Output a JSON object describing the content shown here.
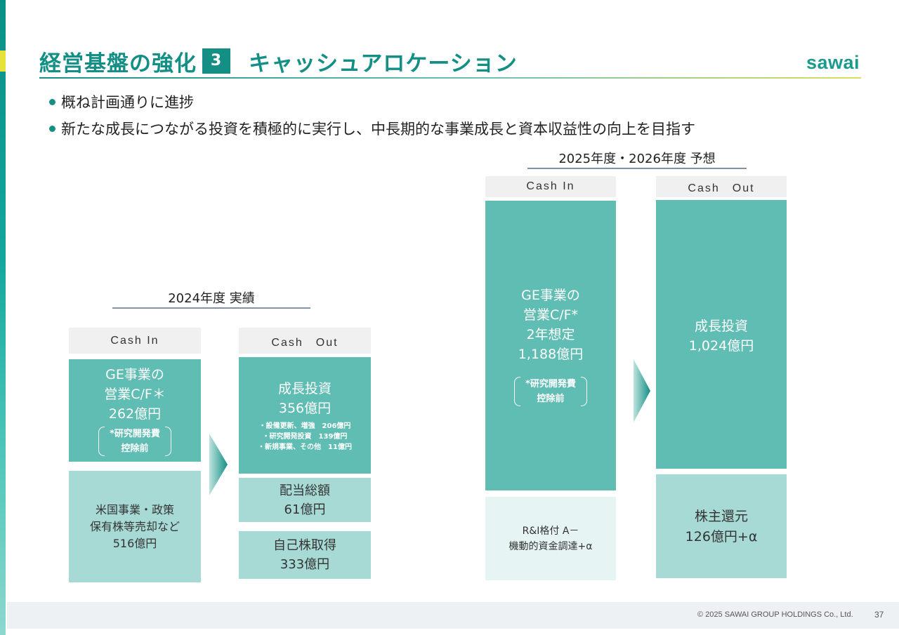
{
  "header": {
    "title": "経営基盤の強化",
    "number": "3",
    "subtitle": "キャッシュアロケーション",
    "logo": "sawai"
  },
  "bullets": [
    "概ね計画通りに進捗",
    "新たな成長につながる投資を積極的に実行し、中長期的な事業成長と資本収益性の向上を目指す"
  ],
  "actual": {
    "label": "2024年度 実績",
    "cash_in_header": "Cash In",
    "cash_out_header": "Cash　Out",
    "in_main": {
      "line1": "GE事業の",
      "line2": "営業C/F＊",
      "line3": "262億円",
      "note1": "*研究開発費",
      "note2": "控除前"
    },
    "in_other": {
      "line1": "米国事業・政策",
      "line2": "保有株等売却など",
      "line3": "516億円"
    },
    "out_growth": {
      "line1": "成長投資",
      "line2": "356億円",
      "detail1": "・設備更新、増強　206億円",
      "detail2": "・研究開発投資　139億円",
      "detail3": "・新規事業、その他　11億円"
    },
    "out_dividend": {
      "line1": "配当総額",
      "line2": "61億円"
    },
    "out_buyback": {
      "line1": "自己株取得",
      "line2": "333億円"
    }
  },
  "forecast": {
    "label": "2025年度・2026年度 予想",
    "cash_in_header": "Cash In",
    "cash_out_header": "Cash　Out",
    "in_main": {
      "line1": "GE事業の",
      "line2": "営業C/F*",
      "line3": "2年想定",
      "line4": "1,188億円",
      "note1": "*研究開発費",
      "note2": "控除前"
    },
    "in_other": {
      "line1": "R&I格付 A－",
      "line2": "機動的資金調達+α"
    },
    "out_growth": {
      "line1": "成長投資",
      "line2": "1,024億円"
    },
    "out_return": {
      "line1": "株主還元",
      "line2": "126億円+α"
    }
  },
  "footer": {
    "copyright": "© 2025 SAWAI GROUP HOLDINGS Co., Ltd.",
    "page": "37"
  },
  "colors": {
    "brand": "#138f86",
    "teal_box": "#5fbdb3",
    "mid_box": "#a8dad5",
    "pale_box": "#e6f4f3"
  }
}
